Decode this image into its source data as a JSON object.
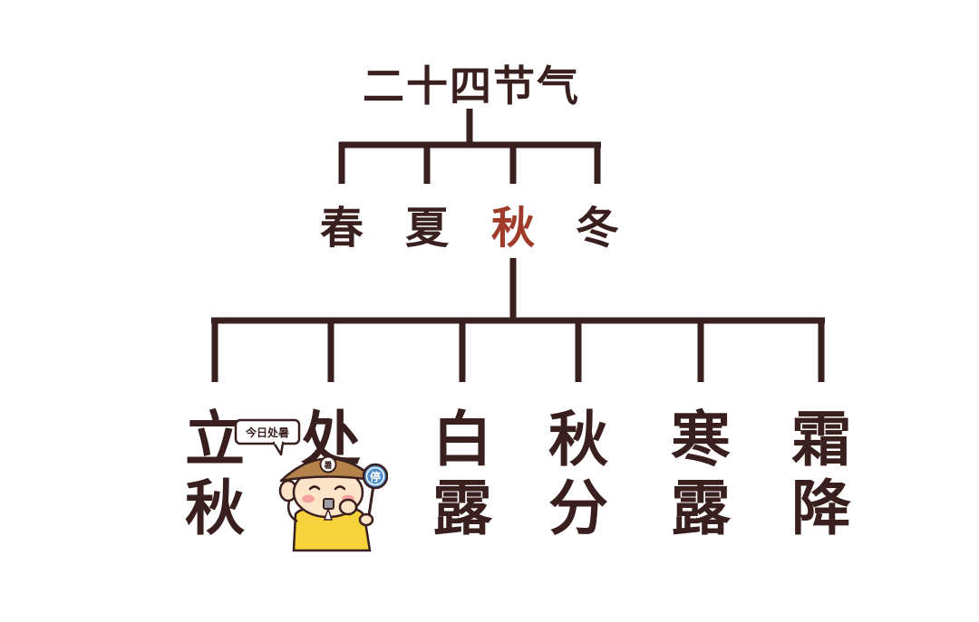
{
  "title": "二十四节气",
  "seasons": [
    {
      "label": "春"
    },
    {
      "label": "夏"
    },
    {
      "label": "秋",
      "highlight": true
    },
    {
      "label": "冬"
    }
  ],
  "terms": [
    {
      "label": "立秋"
    },
    {
      "label": "处暑"
    },
    {
      "label": "白露"
    },
    {
      "label": "秋分"
    },
    {
      "label": "寒露"
    },
    {
      "label": "霜降"
    }
  ],
  "mascot": {
    "bubble_text": "今日处暑",
    "hat_badge": "暑",
    "sign_text": "停"
  },
  "colors": {
    "text": "#3a1f1f",
    "line": "#3a1f1f",
    "highlight": "#9e3b2a",
    "shirt": "#f6d23c",
    "hat": "#b5824c",
    "sign": "#4f8fce"
  }
}
